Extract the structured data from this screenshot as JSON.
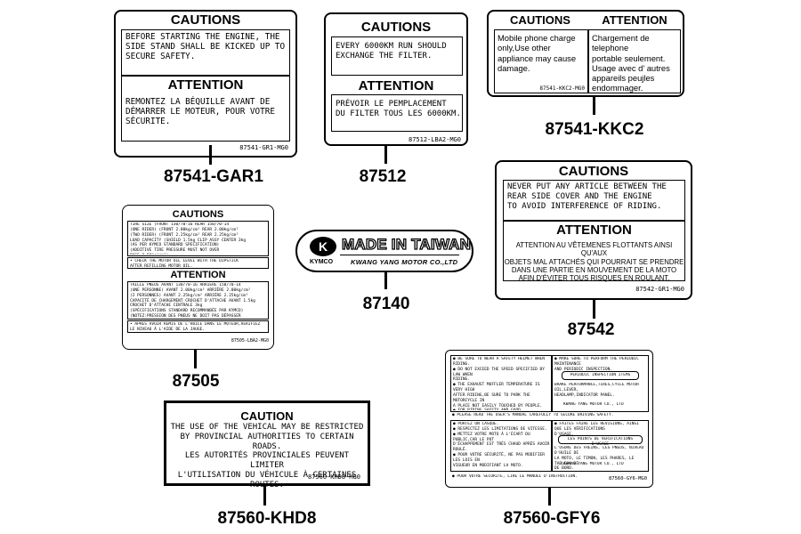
{
  "labels": {
    "gar1": {
      "cautions": "CAUTIONS",
      "caution_text": "BEFORE STARTING THE ENGINE, THE\nSIDE STAND SHALL BE KICKED UP TO\nSECURE SAFETY.",
      "attention": "ATTENTION",
      "attention_text": "REMONTEZ LA BÉQUILLE AVANT DE\nDÉMARRER LE MOTEUR, POUR VOTRE\nSÉCURITE.",
      "code": "87541-GR1-MG0",
      "part_number": "87541-GAR1"
    },
    "p87512": {
      "cautions": "CAUTIONS",
      "caution_text": "EVERY 6000KM RUN SHOULD\nEXCHANGE THE FILTER.",
      "attention": "ATTENTION",
      "attention_text": "PRÉVOIR LE PEMPLACEMENT\nDU FILTER TOUS LES 6000KM.",
      "code": "87512-LBA2-MG0",
      "part_number": "87512"
    },
    "kkc2": {
      "cautions": "CAUTIONS",
      "attention": "ATTENTION",
      "caution_text": "Mobile phone charge\nonly,Use other\nappliance may cause\ndamage.",
      "attention_text": "Chargement de telephone\nportable seulement.\nUsage avec d' autres\nappareils peujles\nendommager.",
      "code": "87541-KKC2-MG0",
      "part_number": "87541-KKC2"
    },
    "p87505": {
      "cautions": "CAUTIONS",
      "caution_text": "TIRE SIZE (FRONT 130/70-16         REAR 150/70-14\n(ONE RIDER) (FRONT 2.00kg/cm²      REAR 2.00kg/cm²\n(TWO RIDER) (FRONT 2.25kg/cm²      REAR 2.25kg/cm²\nLOAD CAPACITY (SHIELD 1.5kg    CLIP ASSY CENTER 3kg\n(AS PER KYMCO STANDARD SPECIFICATION)\n(ADDITIVE TIRE PRESSURE MUST NOT OVER\n  PASS 2.50kg/cm²)",
      "caution_note": "• CHECK THE MOTOR OIL LEVEL WITH THE DIPSTICK\n  AFTER REFILLING MOTOR OIL.",
      "attention": "ATTENTION",
      "attention_text": "TAILLE PNEUS AVANT 130/70-16       ARRIÈRE 150/70-14\n(UNE PERSONNE) AVANT 2.00kg/cm²    ARRIÈRE 2.00kg/cm²\n(2 PERSONNES) AVANT 2.25kg/cm²     ARRIÈRE 2.25kg/cm²\nCAPACITÉ DE CHARGEMENT CROCHET D'ATTACHE AVANT 1.5kg\nCROCHET D'ATTACHE CENTRALE 3kg\n(SPÉCIFICATIONS STANDARD RECOMMANDÉE PAR KYMCO)\n(NOTEZ:PRESSION DES PNEUS NE DOIT PAS DÉPASSER 2.50kg/cm²)",
      "attention_note": "• APRÈS AVOIR REMIS DE L'HUILE DANS LE MOTEUR,VÉRIFIEZ\n  LE NIVEAU À L'AIDE DE LA JAUGE.",
      "code": "87505-LBA2-MG0",
      "part_number": "87505"
    },
    "p87140": {
      "brand_logo": "K",
      "made_in": "MADE IN TAIWAN",
      "brand": "KYMCO",
      "company": "KWANG YANG MOTOR CO.,LTD",
      "part_number": "87140"
    },
    "p87542": {
      "cautions": "CAUTIONS",
      "caution_text": "NEVER PUT ANY ARTICLE BETWEEN THE\nREAR SIDE COVER AND THE ENGINE\nTO AVOID INTERFERENCE OF RIDING.",
      "attention": "ATTENTION",
      "attention_text": "ATTENTION AU VÊTEMENES FLOTTANTS AINSI QU'AUX\nOBJETS MAL ATTACHÉS QUI POURRAIT SE PRENDRE\nDANS UNE PARTIE EN MOUVEMENT DE LA MOTO\nAFIN D'ÉVITER TOUS RISQUES EN ROULANT.",
      "code": "87542-GR1-MG0",
      "part_number": "87542"
    },
    "khd8": {
      "caution": "CAUTION",
      "caution_text": "THE USE OF THE VEHICAL MAY BE RESTRICTED\nBY PROVINCIAL AUTHORITIES TO CERTAIN ROADS.\nLES AUTORITÉS PROVINCIALES PEUVENT LIMITER\nL'UTILISATION DU VÉHICULE À CERTAINES ROUTES.",
      "code": "87560-KHD8-MG0",
      "part_number": "87560-KHD8"
    },
    "gfy6": {
      "top_left": "● BE SURE TO WEAR A SAFETY HELMET WHEN RIDING.\n● DO NOT EXCEED THE SPEED SPECIFIED BY LAW WHEN\n  RIDING.\n● THE EXHAUST MUFFLER TEMPERATURE IS VERY HIGH\n  AFTER RIDING,BE SURE TO PARK THE MOTORCYCLE IN\n  A PLACE NOT EASILY TOUCHED BY PEOPLE.\n● FOR RIDING SAFETY AND GOOD PERFORMANCE,DO\n  NOT MODIFY THE LAW TO MODIFY THE MOTORCYCLE.",
      "top_right": "● MAKE SURE TO PERFORM THE PERIODIC MAINTENANCE\n  AND PERIODIC INSPECTION.",
      "inspection_items": "PERIODIC INSPECTION ITEMS",
      "top_right_2": "BRAKE PERFORMANCE,TIRES,CYCLE MOTOR OIL,LEVER,\nHEADLAMP,INDICATOR PANEL.",
      "company": "KWANG YANG MOTOR CO., LTD",
      "middle": "● PLEASE READ THE USER'S MANUAL CAREFULLY TO SECURE DRIVING SAFETY.",
      "bottom_left": "● PORTEZ UN CASQUE.\n● RESPECTEZ LES LIMITATIONS DE VITESSE.\n● METTEZ VOTRE MOTO À L'ÉCART DU PUBLIC,CAR LE POT\n  D'ÉCHAPPEMENT EST TRÈS CHAUD APRÈS AVOIR\n  ROULÉ.\n● POUR VOTRE SÉCURITÉ, NE PAS MODIFIER LES LOIS EN\n  VIGUEUR EN MODIFIANT LA MOTO.",
      "bottom_right": "● FAITES FAIRE LES RÉVISIONS, AINSI QUE LES VÉRIFICATIONS\n  D'USAGE.",
      "verification_points": "LES POINTS DE VÉRIFICATIONS D'USAGE",
      "bottom_right_2": "L'USURE DES FREINS, LES PNEUS, NIVEAU D'HUILE DE\nLA MOTO, LE TIMON, LES PHARES, LE TABLEAU DE\nDE BORD.",
      "company_2": "KWANG YANG MOTOR CO., LTD",
      "footer": "● POUR VOTRE SÉCURITÉ, LIRE LE MANUEL D'INSTRUCTION.",
      "code": "87560-GY6-MG0",
      "part_number": "87560-GFY6"
    }
  }
}
